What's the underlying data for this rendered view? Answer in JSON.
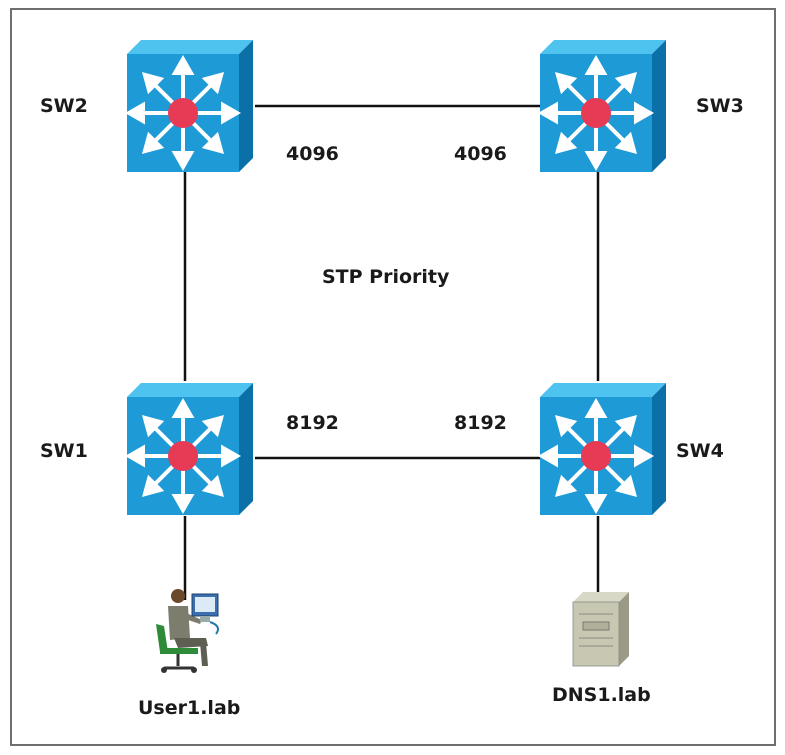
{
  "diagram": {
    "title": "STP Priority",
    "colors": {
      "switch_face": "#1e9ad6",
      "switch_top": "#4fc3ef",
      "switch_side": "#0b6fa8",
      "switch_center": "#e63a55",
      "link": "#111111",
      "border": "#6f6f6f"
    },
    "switches": [
      {
        "id": "sw2",
        "label": "SW2",
        "priority": "4096",
        "icon": "multilayer-switch-icon"
      },
      {
        "id": "sw3",
        "label": "SW3",
        "priority": "4096",
        "icon": "multilayer-switch-icon"
      },
      {
        "id": "sw1",
        "label": "SW1",
        "priority": "8192",
        "icon": "multilayer-switch-icon"
      },
      {
        "id": "sw4",
        "label": "SW4",
        "priority": "8192",
        "icon": "multilayer-switch-icon"
      }
    ],
    "hosts": [
      {
        "id": "user1",
        "label": "User1.lab",
        "icon": "user-workstation-icon",
        "attached_to": "SW1"
      },
      {
        "id": "dns1",
        "label": "DNS1.lab",
        "icon": "server-icon",
        "attached_to": "SW4"
      }
    ],
    "links": [
      [
        "SW2",
        "SW3"
      ],
      [
        "SW2",
        "SW1"
      ],
      [
        "SW3",
        "SW4"
      ],
      [
        "SW1",
        "SW4"
      ],
      [
        "SW1",
        "User1.lab"
      ],
      [
        "SW4",
        "DNS1.lab"
      ]
    ]
  }
}
